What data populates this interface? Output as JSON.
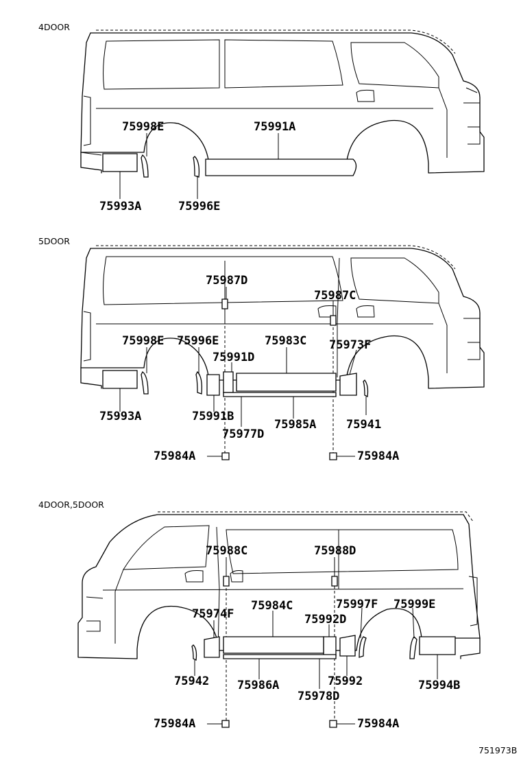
{
  "sections": [
    {
      "label": "4DOOR",
      "parts": [
        "75998E",
        "75991A",
        "75993A",
        "75996E"
      ]
    },
    {
      "label": "5DOOR",
      "parts": [
        "75987D",
        "75987C",
        "75998E",
        "75996E",
        "75983C",
        "75973F",
        "75991D",
        "75993A",
        "75991B",
        "75985A",
        "75941",
        "75977D",
        "75984A",
        "75984A"
      ]
    },
    {
      "label": "4DOOR,5DOOR",
      "parts": [
        "75988C",
        "75988D",
        "75974F",
        "75984C",
        "75997F",
        "75999E",
        "75992D",
        "75942",
        "75992",
        "75986A",
        "75994B",
        "75978D",
        "75984A",
        "75984A"
      ]
    }
  ],
  "reference": "751973B"
}
